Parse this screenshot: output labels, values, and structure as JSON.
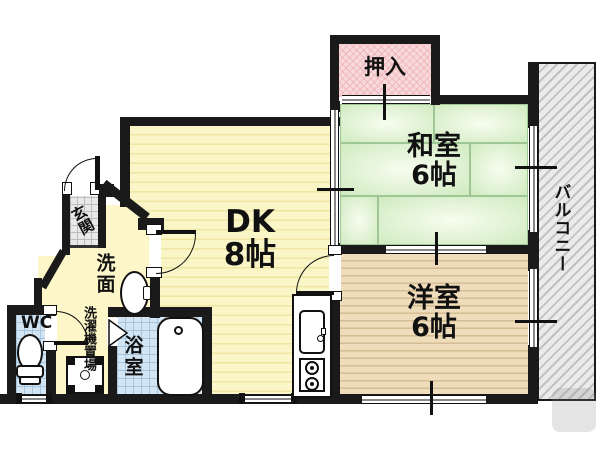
{
  "title": "apartment-floorplan",
  "rooms": {
    "dk": {
      "label": "DK",
      "size": "8帖"
    },
    "washitsu": {
      "label": "和室",
      "size": "6帖"
    },
    "yoshitsu": {
      "label": "洋室",
      "size": "6帖"
    },
    "oshiire": {
      "label": "押入"
    },
    "balcony": {
      "label": "バルコニー"
    },
    "genkan": {
      "label": "玄関"
    },
    "senmen": {
      "label": "洗面"
    },
    "laundry": {
      "label": "洗濯機置場"
    },
    "wc": {
      "label": "WC"
    },
    "bath": {
      "label": "浴室"
    }
  },
  "colors": {
    "wall": "#1a1a1a",
    "dk_floor": "#fbf6c8",
    "tatami": "#e2f3d6",
    "wood_floor": "#eedcba",
    "closet_pink": "#f7d9d9",
    "wet_tile_blue": "#d3e5f3",
    "entry_tile_gray": "#e9e9e9",
    "balcony_gray": "#ebebeb"
  }
}
